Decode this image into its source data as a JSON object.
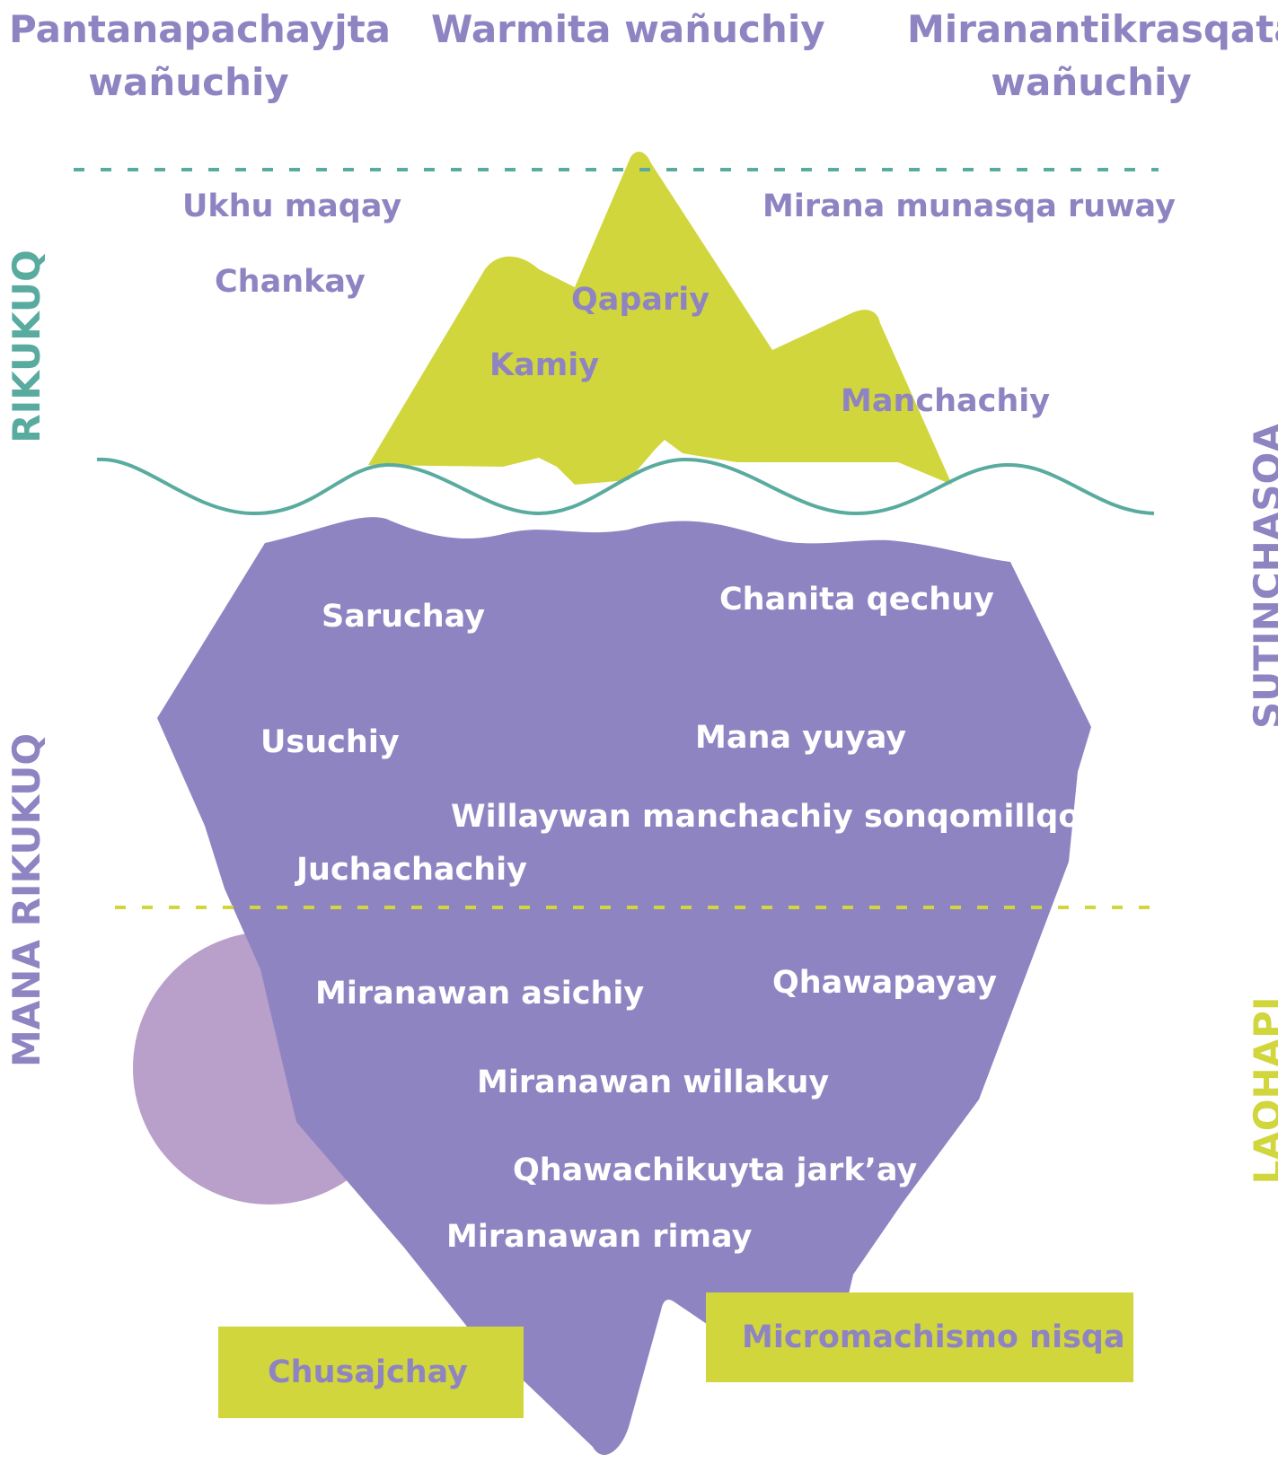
{
  "headers": [
    "Pantanapachayjta\nwañuchiy",
    "Warmita wañuchiy",
    "Miranantikrasqata\nwañuchiy"
  ],
  "side_labels": {
    "rikukuq": "RIKUKUQ",
    "mana_rikukuq": "MANA RIKUKUQ",
    "sutinchasqa": "SUTINCHASQA",
    "laqhapi": "LAQHAPI"
  },
  "visible_items": {
    "ukhu_maqay": "Ukhu maqay",
    "mirana_munasqa_ruway": "Mirana munasqa ruway",
    "chankay": "Chankay",
    "qapariy": "Qapariy",
    "kamiy": "Kamiy",
    "manchachiy": "Manchachiy"
  },
  "hidden_items": {
    "saruchay": "Saruchay",
    "chanita_qechuy": "Chanita qechuy",
    "usuchiy": "Usuchiy",
    "mana_yuyay": "Mana yuyay",
    "willaywan": "Willaywan manchachiy sonqomillqoy",
    "juchachachiy": "Juchachachiy",
    "miranawan_asichiy": "Miranawan asichiy",
    "qhawapayay": "Qhawapayay",
    "miranawan_willakuy": "Miranawan willakuy",
    "qhawachikuyta": "Qhawachikuyta jark’ay",
    "miranawan_rimay": "Miranawan rimay"
  },
  "boxes": {
    "chusajchay": "Chusajchay",
    "micromachismo": "Micromachismo nisqa"
  },
  "colors": {
    "purple": "#8f84c2",
    "lime": "#d1d63c",
    "teal": "#5aab9f",
    "lavender": "#b9a0ca",
    "white": "#ffffff"
  }
}
